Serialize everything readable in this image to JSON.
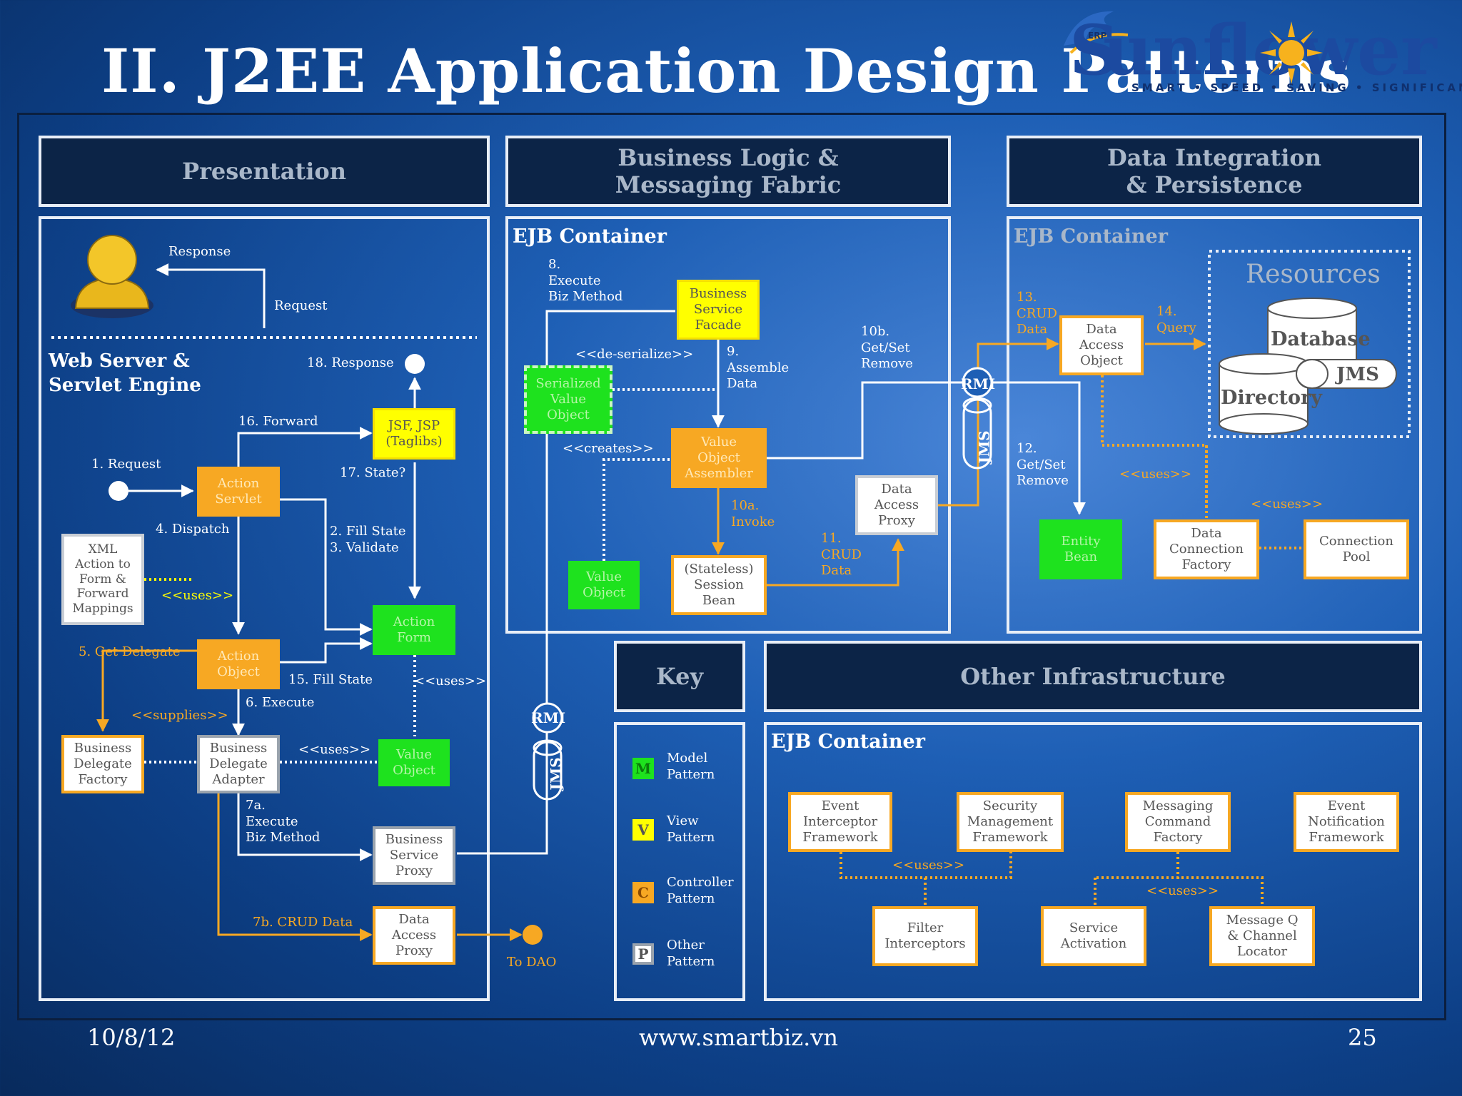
{
  "slide": {
    "title": "II. J2EE Application Design Patterns",
    "footer_date": "10/8/12",
    "footer_site": "www.smartbiz.vn",
    "footer_page": "25"
  },
  "logo": {
    "word": "unflower",
    "first_letter": "S",
    "tagline": "SMART • SPEED • SAVING • SIGNIFICANT",
    "mark_text": "ERP"
  },
  "headers": {
    "presentation": "Presentation",
    "business": "Business Logic &\nMessaging Fabric",
    "data": "Data Integration\n& Persistence",
    "key": "Key",
    "other": "Other Infrastructure"
  },
  "presentation": {
    "response_top": "Response",
    "request_top": "Request",
    "web_server": "Web Server &\nServlet Engine",
    "step18": "18. Response",
    "step16": "16. Forward",
    "step1": "1. Request",
    "step17": "17. State?",
    "step4": "4. Dispatch",
    "step2_3": "2. Fill State\n3. Validate",
    "uses1": "<<uses>>",
    "step5": "5. Get Delegate",
    "step15": "15. Fill State",
    "uses2": "<<uses>>",
    "step6": "6. Execute",
    "supplies": "<<supplies>>",
    "uses3": "<<uses>>",
    "step7a": "7a.\nExecute\nBiz Method",
    "step7b": "7b. CRUD Data",
    "to_dao": "To DAO",
    "boxes": {
      "jsf": "JSF, JSP\n(Taglibs)",
      "action_servlet": "Action\nServlet",
      "xml": "XML\nAction to\nForm &\nForward\nMappings",
      "action_form": "Action\nForm",
      "action_object": "Action\nObject",
      "bdf": "Business\nDelegate\nFactory",
      "bda": "Business\nDelegate\nAdapter",
      "value_object": "Value\nObject",
      "bsp": "Business\nService\nProxy",
      "dap": "Data\nAccess\nProxy"
    }
  },
  "business": {
    "container": "EJB Container",
    "step8": "8.\nExecute\nBiz Method",
    "deserialize": "<<de-serialize>>",
    "step9": "9.\nAssemble\nData",
    "step10b": "10b.\nGet/Set\nRemove",
    "creates": "<<creates>>",
    "step10a": "10a.\nInvoke",
    "step11": "11.\nCRUD\nData",
    "rmi": "RMI",
    "jms": "JMS",
    "boxes": {
      "bsf": "Business\nService\nFacade",
      "svo": "Serialized\nValue\nObject",
      "voa": "Value\nObject\nAssembler",
      "dap": "Data\nAccess\nProxy",
      "vo": "Value\nObject",
      "ssb": "(Stateless)\nSession\nBean"
    }
  },
  "data": {
    "container": "EJB Container",
    "resources": "Resources",
    "database": "Database",
    "directory": "Directory",
    "jms": "JMS",
    "step13": "13.\nCRUD\nData",
    "step14": "14.\nQuery",
    "step12": "12.\nGet/Set\nRemove",
    "uses1": "<<uses>>",
    "uses2": "<<uses>>",
    "rmi": "RMI",
    "jms_pipe": "JMS",
    "boxes": {
      "dao": "Data\nAccess\nObject",
      "entity": "Entity\nBean",
      "dcf": "Data\nConnection\nFactory",
      "pool": "Connection\nPool"
    }
  },
  "key": {
    "items": [
      {
        "letter": "M",
        "label": "Model\nPattern"
      },
      {
        "letter": "V",
        "label": "View\nPattern"
      },
      {
        "letter": "C",
        "label": "Controller\nPattern"
      },
      {
        "letter": "P",
        "label": "Other\nPattern"
      }
    ]
  },
  "other": {
    "container": "EJB Container",
    "uses1": "<<uses>>",
    "uses2": "<<uses>>",
    "boxes": {
      "eif": "Event\nInterceptor\nFramework",
      "smf": "Security\nManagement\nFramework",
      "mcf": "Messaging\nCommand\nFactory",
      "enf": "Event\nNotification\nFramework",
      "fi": "Filter\nInterceptors",
      "sa": "Service\nActivation",
      "mql": "Message Q\n& Channel\nLocator"
    }
  },
  "colors": {
    "view": "#ffff00",
    "controller": "#f7a823",
    "model": "#1ee21e",
    "other": "#9aa3ad",
    "header_bg": "#0c2447"
  }
}
